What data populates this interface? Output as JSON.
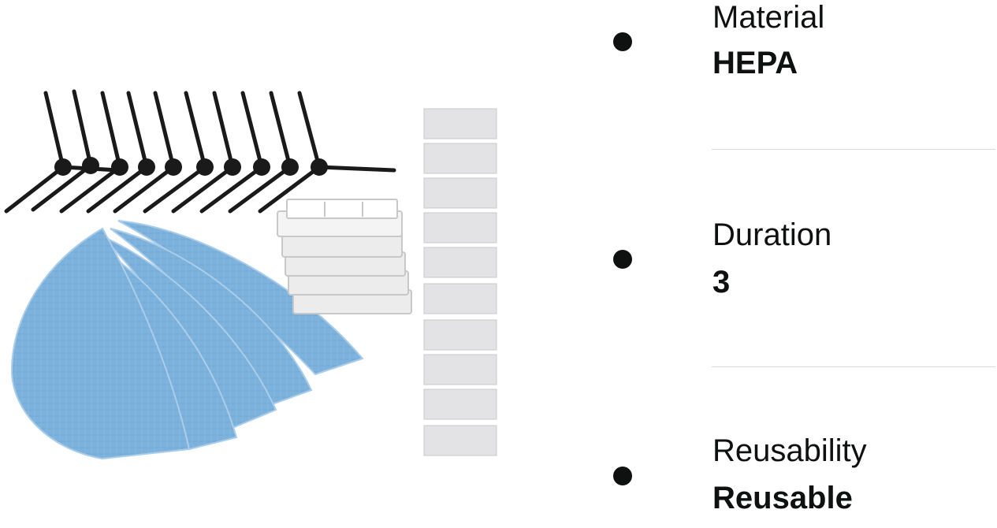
{
  "product_image": {
    "icon": "robot-vacuum-accessory-kit",
    "colors": {
      "mop": "#7db2dc",
      "brush": "#1a1a1a",
      "filter": "#e9e9e9",
      "tape": "#e3e3e6"
    }
  },
  "specs": [
    {
      "label": "Material",
      "value": "HEPA"
    },
    {
      "label": "Duration",
      "value": "3"
    },
    {
      "label": "Reusability",
      "value": "Reusable"
    }
  ],
  "colors": {
    "text": "#0f1111",
    "divider": "#d5d9d9"
  }
}
